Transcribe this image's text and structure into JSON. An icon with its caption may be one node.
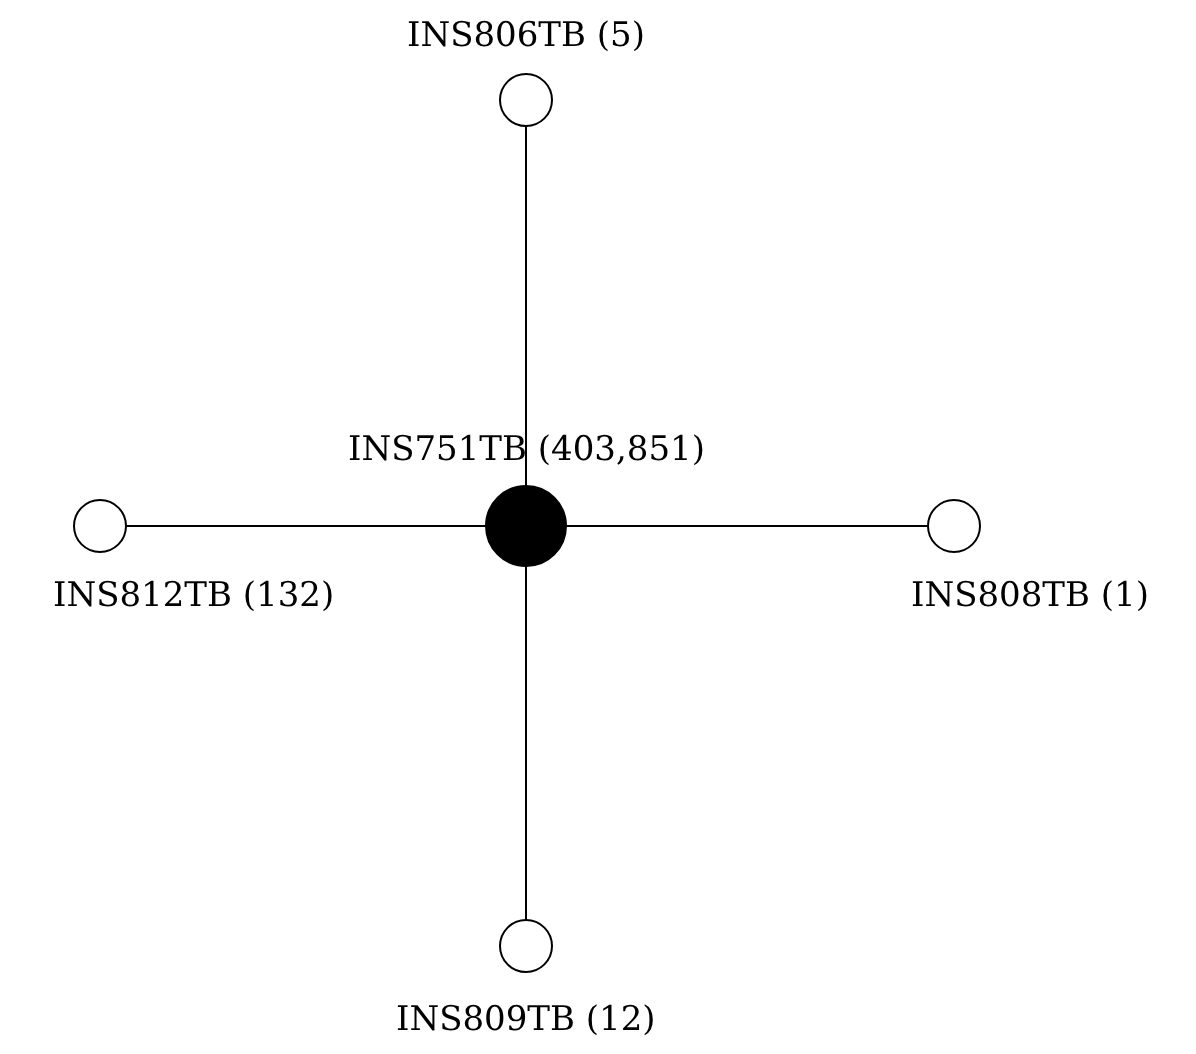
{
  "diagram": {
    "nodes": [
      {
        "text": [
          "INS806TB (5)"
        ]
      },
      {
        "text": [
          "INS751TB (403,851)"
        ]
      },
      {
        "text": [
          "INS812TB (132)"
        ]
      },
      {
        "text": [
          "INS808TB (1)"
        ]
      },
      {
        "text": [
          "INS809TB (12)"
        ]
      }
    ],
    "edges": [
      {
        "from": 1,
        "to": 0,
        "arrow": "none"
      },
      {
        "from": 1,
        "to": 2,
        "arrow": "none"
      },
      {
        "from": 1,
        "to": 3,
        "arrow": "none"
      },
      {
        "from": 1,
        "to": 4,
        "arrow": "none"
      }
    ]
  }
}
